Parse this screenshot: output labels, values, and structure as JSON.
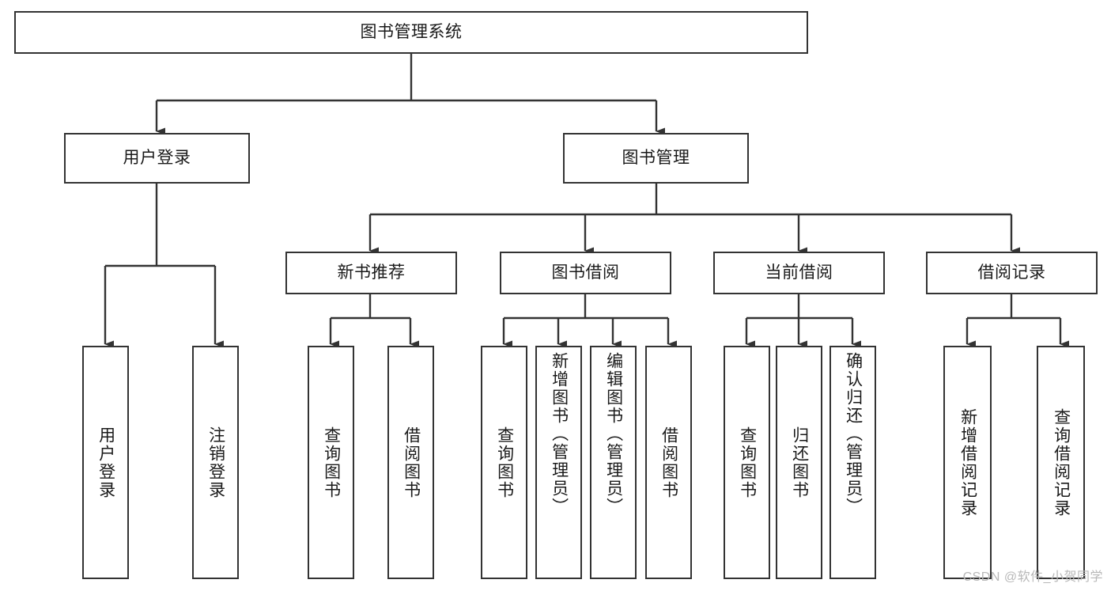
{
  "diagram": {
    "type": "tree",
    "title": "图书管理系统",
    "watermark": "CSDN @软件_小贺同学",
    "colors": {
      "stroke": "#333333",
      "fill": "#ffffff",
      "text": "#1a1a1a",
      "watermark": "#b8b8b8"
    },
    "nodes": {
      "root": {
        "label": "图书管理系统",
        "level": 1,
        "orientation": "horizontal"
      },
      "l2": [
        {
          "id": "user-login",
          "label": "用户登录",
          "level": 2,
          "orientation": "horizontal"
        },
        {
          "id": "book-manage",
          "label": "图书管理",
          "level": 2,
          "orientation": "horizontal"
        }
      ],
      "l3": [
        {
          "id": "new-book-recommend",
          "label": "新书推荐",
          "level": 3,
          "orientation": "horizontal"
        },
        {
          "id": "book-borrow",
          "label": "图书借阅",
          "level": 3,
          "orientation": "horizontal"
        },
        {
          "id": "current-borrow",
          "label": "当前借阅",
          "level": 3,
          "orientation": "horizontal"
        },
        {
          "id": "borrow-record",
          "label": "借阅记录",
          "level": 3,
          "orientation": "horizontal"
        }
      ],
      "leaves": [
        {
          "id": "leaf-user-login",
          "label": "用户登录",
          "parent": "user-login",
          "orientation": "vertical"
        },
        {
          "id": "leaf-user-logout",
          "label": "注销登录",
          "parent": "user-login",
          "orientation": "vertical"
        },
        {
          "id": "leaf-query-book-1",
          "label": "查询图书",
          "parent": "new-book-recommend",
          "orientation": "vertical"
        },
        {
          "id": "leaf-borrow-book-1",
          "label": "借阅图书",
          "parent": "new-book-recommend",
          "orientation": "vertical"
        },
        {
          "id": "leaf-query-book-2",
          "label": "查询图书",
          "parent": "book-borrow",
          "orientation": "vertical"
        },
        {
          "id": "leaf-add-book",
          "label": "新增图书（管理员）",
          "parent": "book-borrow",
          "orientation": "vertical"
        },
        {
          "id": "leaf-edit-book",
          "label": "编辑图书（管理员）",
          "parent": "book-borrow",
          "orientation": "vertical"
        },
        {
          "id": "leaf-borrow-book-2",
          "label": "借阅图书",
          "parent": "book-borrow",
          "orientation": "vertical"
        },
        {
          "id": "leaf-query-book-3",
          "label": "查询图书",
          "parent": "current-borrow",
          "orientation": "vertical"
        },
        {
          "id": "leaf-return-book",
          "label": "归还图书",
          "parent": "current-borrow",
          "orientation": "vertical"
        },
        {
          "id": "leaf-confirm-return",
          "label": "确认归还（管理员）",
          "parent": "current-borrow",
          "orientation": "vertical"
        },
        {
          "id": "leaf-add-record",
          "label": "新增借阅记录",
          "parent": "borrow-record",
          "orientation": "vertical"
        },
        {
          "id": "leaf-query-record",
          "label": "查询借阅记录",
          "parent": "borrow-record",
          "orientation": "vertical"
        }
      ]
    }
  }
}
